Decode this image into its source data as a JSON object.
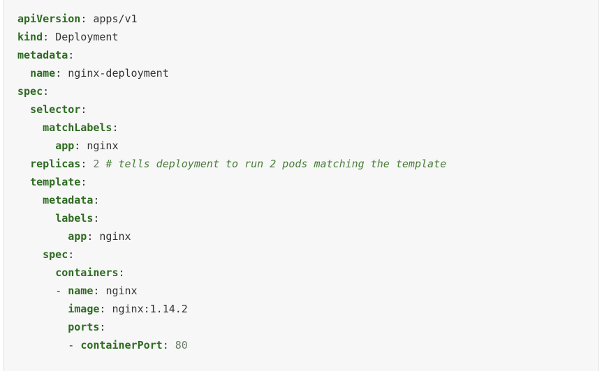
{
  "code_block": {
    "language": "yaml",
    "background_color": "#f7f7f7",
    "border_color": "#e3e3e3",
    "colors": {
      "key": "#2e6b21",
      "value": "#333333",
      "number": "#6d7b6a",
      "literal": "#4a7d3a",
      "comment": "#4a7d3a",
      "punct": "#333333"
    },
    "lines": [
      {
        "indent": "",
        "key": "apiVersion",
        "colon": ":",
        "space": " ",
        "value": "apps/v1",
        "comment": ""
      },
      {
        "indent": "",
        "key": "kind",
        "colon": ":",
        "space": " ",
        "value": "Deployment",
        "comment": ""
      },
      {
        "indent": "",
        "key": "metadata",
        "colon": ":",
        "space": "",
        "value": "",
        "comment": ""
      },
      {
        "indent": "  ",
        "key": "name",
        "colon": ":",
        "space": " ",
        "value": "nginx-deployment",
        "comment": ""
      },
      {
        "indent": "",
        "key": "spec",
        "colon": ":",
        "space": "",
        "value": "",
        "comment": ""
      },
      {
        "indent": "  ",
        "key": "selector",
        "colon": ":",
        "space": "",
        "value": "",
        "comment": ""
      },
      {
        "indent": "    ",
        "key": "matchLabels",
        "colon": ":",
        "space": "",
        "value": "",
        "comment": ""
      },
      {
        "indent": "      ",
        "key": "app",
        "colon": ":",
        "space": " ",
        "value": "nginx",
        "comment": ""
      },
      {
        "indent": "  ",
        "key": "replicas",
        "colon": ":",
        "space": " ",
        "number": "2",
        "value": "",
        "comment": " # tells deployment to run 2 pods matching the template"
      },
      {
        "indent": "  ",
        "key": "template",
        "colon": ":",
        "space": "",
        "value": "",
        "comment": ""
      },
      {
        "indent": "    ",
        "key": "metadata",
        "colon": ":",
        "space": "",
        "value": "",
        "comment": ""
      },
      {
        "indent": "      ",
        "key": "labels",
        "colon": ":",
        "space": "",
        "value": "",
        "comment": ""
      },
      {
        "indent": "        ",
        "key": "app",
        "colon": ":",
        "space": " ",
        "value": "nginx",
        "comment": ""
      },
      {
        "indent": "    ",
        "key": "spec",
        "colon": ":",
        "space": "",
        "value": "",
        "comment": ""
      },
      {
        "indent": "      ",
        "key": "containers",
        "colon": ":",
        "space": "",
        "value": "",
        "comment": ""
      },
      {
        "indent": "      ",
        "dash": "- ",
        "key": "name",
        "colon": ":",
        "space": " ",
        "value": "nginx",
        "comment": ""
      },
      {
        "indent": "        ",
        "key": "image",
        "colon": ":",
        "space": " ",
        "value": "nginx:1.14.2",
        "comment": ""
      },
      {
        "indent": "        ",
        "key": "ports",
        "colon": ":",
        "space": "",
        "value": "",
        "comment": ""
      },
      {
        "indent": "        ",
        "dash": "- ",
        "key": "containerPort",
        "colon": ":",
        "space": " ",
        "number": "80",
        "value": "",
        "comment": ""
      }
    ]
  }
}
